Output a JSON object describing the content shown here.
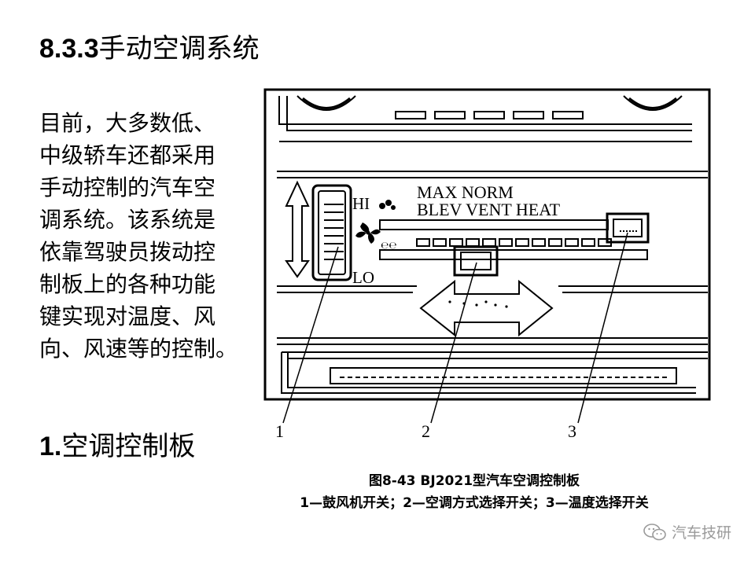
{
  "heading": {
    "number": "8.3.3",
    "text": "手动空调系统"
  },
  "intro_lines": [
    "目前，大多数低、",
    "中级轿车还都采用",
    "手动控制的汽车空",
    "调系统。该系统是",
    "依靠驾驶员拨动控",
    "制板上的各种功能",
    "键实现对温度、风",
    "向、风速等的控制。"
  ],
  "subheading": {
    "number": "1.",
    "text": "空调控制板"
  },
  "figure": {
    "fan_hi": "HI",
    "fan_lo": "LO",
    "mode_labels_top": "MAX NORM",
    "mode_labels_bottom": "BLEV VENT HEAT",
    "callouts": [
      "1",
      "2",
      "3"
    ]
  },
  "caption": {
    "line1": "图8-43  BJ2021型汽车空调控制板",
    "line2": "1—鼓风机开关；2—空调方式选择开关；3—温度选择开关"
  },
  "watermark": {
    "text": "汽车技研",
    "icon": "wechat-icon"
  }
}
